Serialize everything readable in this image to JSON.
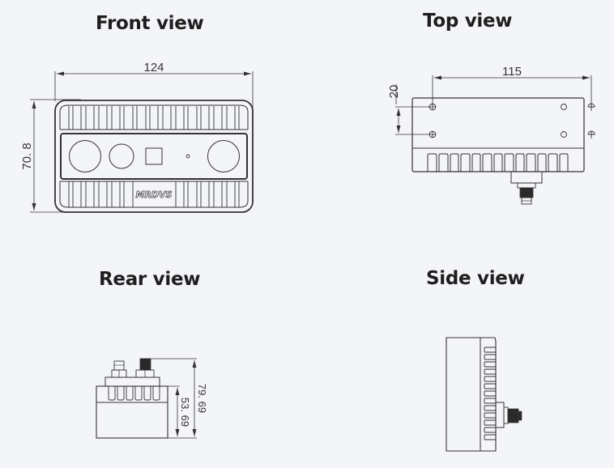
{
  "views": {
    "front": {
      "title": "Front view",
      "width_dim": "124",
      "height_dim": "70. 8",
      "logo": "MRDVS"
    },
    "top": {
      "title": "Top view",
      "hole_spacing_dim": "115",
      "hole_vertical_dim": "20"
    },
    "rear": {
      "title": "Rear view",
      "total_height_dim": "79. 69",
      "body_height_dim": "53. 69"
    },
    "side": {
      "title": "Side view"
    }
  },
  "colors": {
    "background": "#f4f5f8",
    "line": "#333333",
    "title": "#1e1e1e"
  }
}
